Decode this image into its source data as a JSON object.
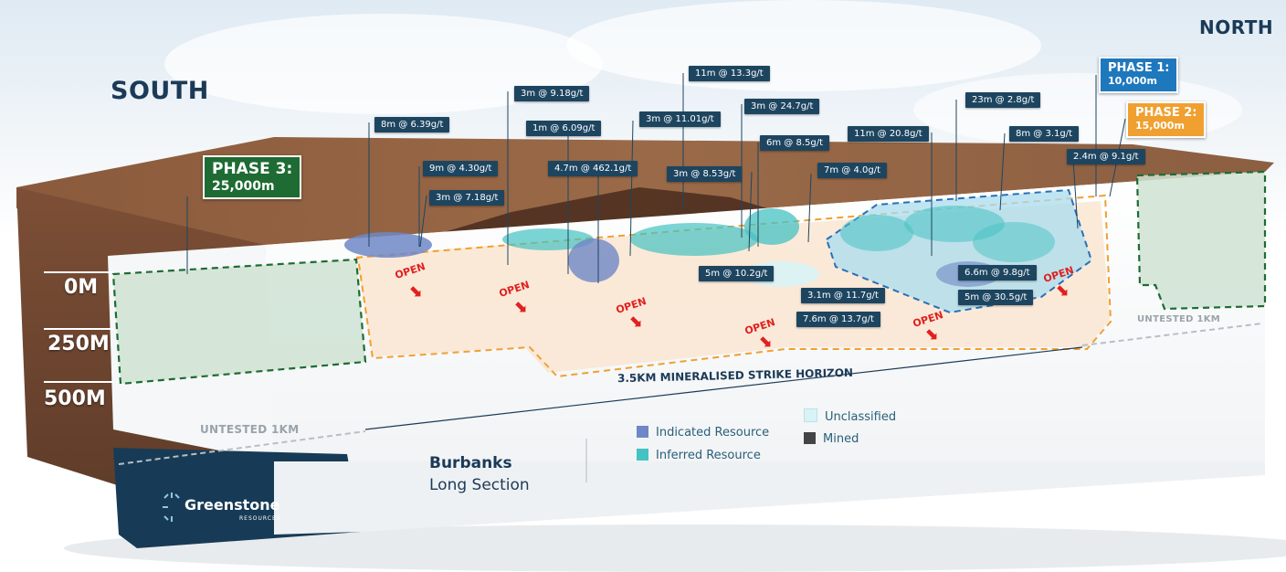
{
  "directions": {
    "south": "SOUTH",
    "north": "NORTH"
  },
  "depths": [
    "0M",
    "250M",
    "500M"
  ],
  "phases": [
    {
      "title": "PHASE 1:",
      "value": "10,000m",
      "color": "#1e78bd"
    },
    {
      "title": "PHASE 2:",
      "value": "15,000m",
      "color": "#f0a030"
    },
    {
      "title": "PHASE 3:",
      "value": "25,000m",
      "color": "#1e6b33"
    }
  ],
  "intercepts": [
    "8m @ 6.39g/t",
    "9m @ 4.30g/t",
    "3m @ 7.18g/t",
    "3m @ 9.18g/t",
    "1m @ 6.09g/t",
    "4.7m @ 462.1g/t",
    "11m @ 13.3g/t",
    "3m @ 11.01g/t",
    "3m @ 24.7g/t",
    "6m @ 8.5g/t",
    "3m @ 8.53g/t",
    "11m @ 20.8g/t",
    "23m @ 2.8g/t",
    "8m @ 3.1g/t",
    "7m @ 4.0g/t",
    "2.4m @ 9.1g/t",
    "5m @ 10.2g/t",
    "3.1m @ 11.7g/t",
    "7.6m @ 13.7g/t",
    "6.6m @ 9.8g/t",
    "5m @ 30.5g/t"
  ],
  "open_label": "OPEN",
  "strike_label": "3.5KM MINERALISED STRIKE HORIZON",
  "untested": {
    "left": "UNTESTED 1KM",
    "right": "UNTESTED 1KM"
  },
  "section": {
    "title_bold": "Burbanks",
    "title_rest": "Long Section"
  },
  "legend": [
    {
      "label": "Indicated Resource",
      "color": "#6f87c6"
    },
    {
      "label": "Inferred Resource",
      "color": "#45c2c2"
    },
    {
      "label": "Unclassified",
      "color": "#d8f3f6"
    },
    {
      "label": "Mined",
      "color": "#444444"
    }
  ],
  "logo": {
    "name": "Greenstone",
    "sub": "RESOURCES"
  }
}
